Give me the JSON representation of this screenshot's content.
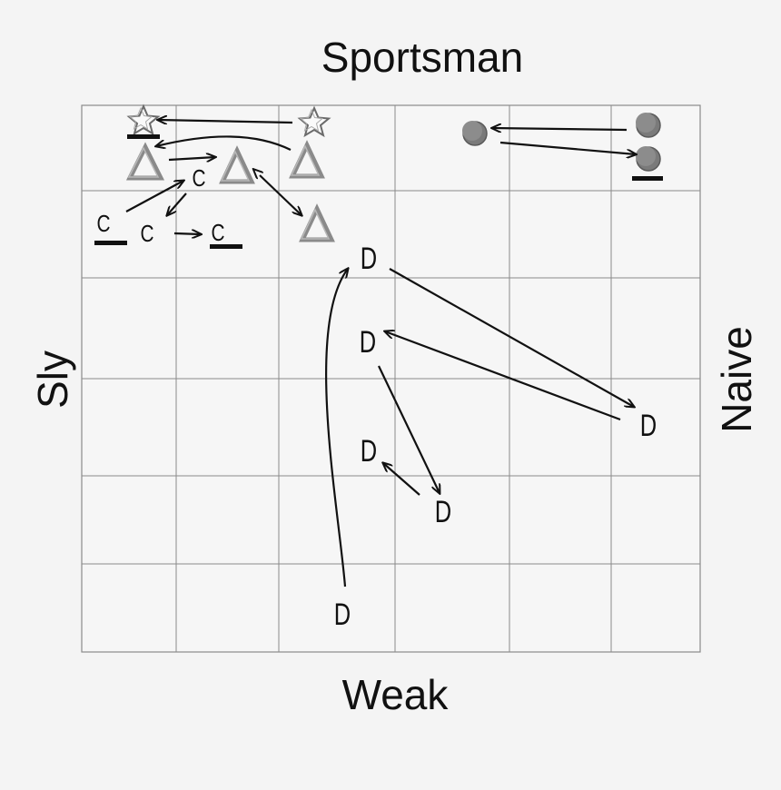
{
  "axes": {
    "top": "Sportsman",
    "bottom": "Weak",
    "left": "Sly",
    "right": "Naive"
  },
  "markers": [
    {
      "kind": "star",
      "underlined": true
    },
    {
      "kind": "star",
      "underlined": false
    },
    {
      "kind": "circle",
      "underlined": false
    },
    {
      "kind": "circle",
      "underlined": false
    },
    {
      "kind": "circle",
      "underlined": true
    },
    {
      "kind": "triangle",
      "underlined": false
    },
    {
      "kind": "triangle",
      "underlined": false
    },
    {
      "kind": "triangle",
      "underlined": false
    },
    {
      "kind": "triangle",
      "underlined": false
    },
    {
      "kind": "letter",
      "text": "C",
      "underlined": true
    },
    {
      "kind": "letter",
      "text": "C",
      "underlined": false
    },
    {
      "kind": "letter",
      "text": "C",
      "underlined": false
    },
    {
      "kind": "letter",
      "text": "C",
      "underlined": true
    },
    {
      "kind": "letter",
      "text": "D",
      "underlined": false
    },
    {
      "kind": "letter",
      "text": "D",
      "underlined": false
    },
    {
      "kind": "letter",
      "text": "D",
      "underlined": false
    },
    {
      "kind": "letter",
      "text": "D",
      "underlined": false
    },
    {
      "kind": "letter",
      "text": "D",
      "underlined": false
    },
    {
      "kind": "letter",
      "text": "D",
      "underlined": false
    }
  ],
  "colors": {
    "background": "#f4f4f4",
    "plot_area": "#f6f6f6",
    "grid": "#8a8a8a",
    "ink": "#111111",
    "symbol_gray": "#7a7a7a"
  }
}
